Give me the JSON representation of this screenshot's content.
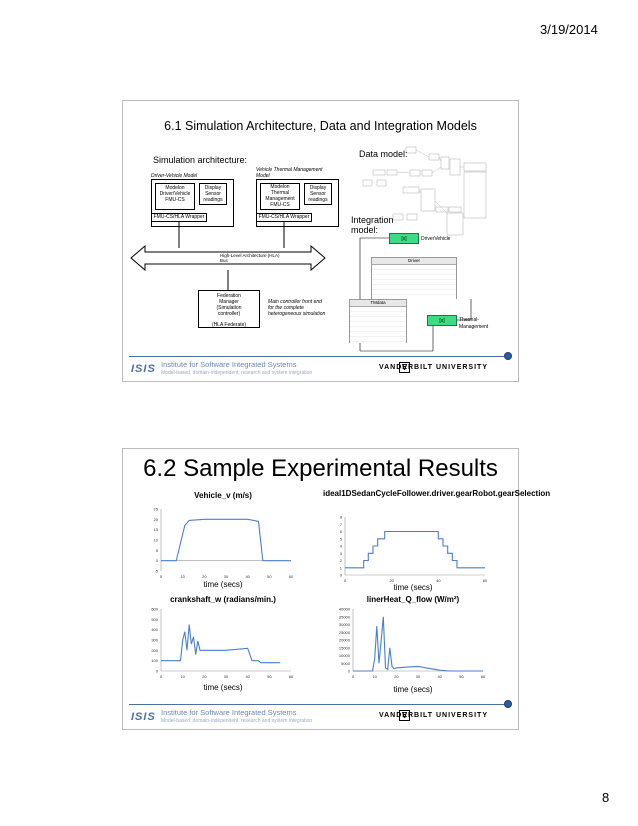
{
  "page": {
    "date": "3/19/2014",
    "number": "8"
  },
  "slide1": {
    "title": "6.1 Simulation Architecture, Data and Integration Models",
    "sim_heading": "Simulation architecture:",
    "driver_model": "Driver-Vehicle Model",
    "thermal_model": "Vehicle Thermal Management Model",
    "box_modelica1": "Modelon Driver/Vehicle FMU-CS",
    "box_display1": "Display Sensor readings",
    "box_modelica2": "Modelon Thermal Management FMU-CS",
    "box_display2": "Display Sensor readings",
    "wrapper1": "FMU-CS/HLA Wrapper",
    "wrapper2": "FMU-CS/HLA Wrapper",
    "hla_bus": "High-Level Architecture (HLA) Bus",
    "fed_manager": "Federation Manager (Simulation controller)",
    "fed_hla": "(HLA Federate)",
    "main_ctrl": "Main controller front end for the complete heterogeneous simulation",
    "data_heading": "Data model:",
    "integration_heading": "Integration model:",
    "int_box1": "[x]",
    "int_label1": "DriverVehicle",
    "int_box2": "[x]",
    "int_label2": "Thermal-Management",
    "driver_table_title": "Driver",
    "tmdata_table_title": "TMdata"
  },
  "slide2": {
    "title": "6.2 Sample Experimental Results"
  },
  "footer": {
    "logo": "ISIS",
    "institute": "Institute for Software Integrated Systems",
    "tagline": "Model-based, domain-independent, research and system integration",
    "vu_mark": "V",
    "vu_name": "VANDERBILT UNIVERSITY"
  },
  "chart_data": [
    {
      "type": "line",
      "title": "Vehicle_v (m/s)",
      "xlabel": "time (secs)",
      "ylabel": "",
      "xlim": [
        0,
        60
      ],
      "ylim": [
        -5,
        25
      ],
      "xticks": [
        0,
        10,
        20,
        30,
        40,
        50,
        60
      ],
      "yticks": [
        -5,
        0,
        5,
        10,
        15,
        20,
        25
      ],
      "x": [
        0,
        7,
        11,
        13,
        20,
        40,
        45,
        47,
        60
      ],
      "y": [
        0,
        0,
        17,
        19.5,
        20,
        20,
        19,
        0,
        0
      ]
    },
    {
      "type": "line",
      "title": "ideal1DSedanCycleFollower.driver.gearRobot.gearSelection",
      "xlabel": "time (secs)",
      "ylabel": "",
      "xlim": [
        0,
        60
      ],
      "ylim": [
        0,
        8
      ],
      "xticks": [
        0,
        20,
        40,
        60
      ],
      "yticks": [
        0,
        1,
        2,
        3,
        4,
        5,
        6,
        7,
        8
      ],
      "x": [
        0,
        8,
        8,
        10,
        10,
        12,
        12,
        14,
        14,
        17,
        17,
        40,
        40,
        42,
        42,
        44,
        44,
        46,
        46,
        48,
        48,
        60
      ],
      "y": [
        1,
        1,
        2,
        2,
        3,
        3,
        4,
        4,
        5,
        5,
        6,
        6,
        5,
        5,
        4,
        4,
        3,
        3,
        2,
        2,
        1,
        1
      ]
    },
    {
      "type": "line",
      "title": "crankshaft_w (radians/min.)",
      "xlabel": "time (secs)",
      "ylabel": "",
      "xlim": [
        0,
        60
      ],
      "ylim": [
        0,
        600
      ],
      "xticks": [
        0,
        10,
        20,
        30,
        40,
        50,
        60
      ],
      "yticks": [
        0,
        100,
        200,
        300,
        400,
        500,
        600
      ],
      "x": [
        0,
        9,
        10,
        11,
        12,
        13,
        14,
        15,
        16,
        17,
        18,
        20,
        30,
        40,
        42,
        45,
        46,
        55
      ],
      "y": [
        100,
        100,
        300,
        380,
        200,
        450,
        260,
        330,
        160,
        290,
        200,
        200,
        200,
        220,
        100,
        100,
        80,
        80
      ]
    },
    {
      "type": "line",
      "title": "linerHeat_Q_flow (W/m²)",
      "xlabel": "time (secs)",
      "ylabel": "",
      "xlim": [
        0,
        60
      ],
      "ylim": [
        0,
        40000
      ],
      "xticks": [
        0,
        10,
        20,
        30,
        40,
        50,
        60
      ],
      "yticks": [
        0,
        5000,
        10000,
        15000,
        20000,
        25000,
        30000,
        35000,
        40000
      ],
      "x": [
        0,
        9,
        10,
        11,
        12,
        13,
        14,
        15,
        16,
        17,
        18,
        19,
        20,
        25,
        30,
        40,
        45,
        60
      ],
      "y": [
        0,
        0,
        8000,
        29000,
        5000,
        20000,
        35000,
        2000,
        1000,
        15000,
        3000,
        1500,
        2000,
        2500,
        3000,
        500,
        0,
        0
      ]
    }
  ]
}
